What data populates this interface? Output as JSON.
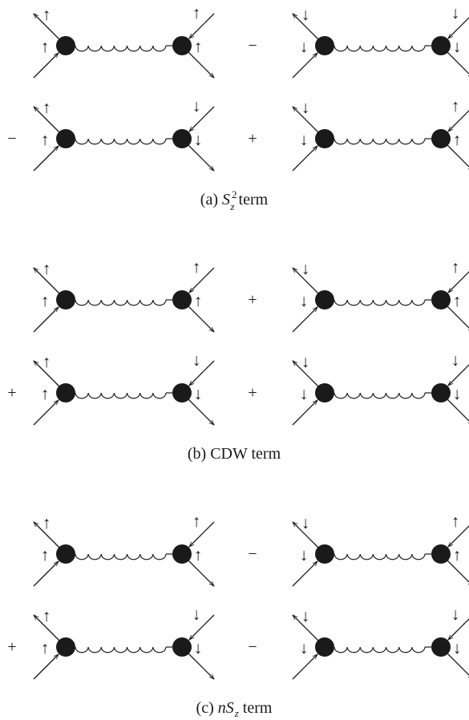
{
  "panels": [
    {
      "id": "a",
      "caption": {
        "prefix": "(a) ",
        "var": "S",
        "sub": "z",
        "sup": "2",
        "suffix": " term"
      },
      "rows": [
        {
          "left": {
            "sign": "",
            "spins": {
              "tl": "↑",
              "bl": "↑",
              "tr": "↑",
              "br": "↑"
            }
          },
          "right": {
            "sign": "−",
            "spins": {
              "tl": "↓",
              "bl": "↓",
              "tr": "↓",
              "br": "↓"
            }
          }
        },
        {
          "left": {
            "sign": "−",
            "spins": {
              "tl": "↑",
              "bl": "↑",
              "tr": "↓",
              "br": "↓"
            }
          },
          "right": {
            "sign": "+",
            "spins": {
              "tl": "↓",
              "bl": "↓",
              "tr": "↑",
              "br": "↑"
            }
          }
        }
      ]
    },
    {
      "id": "b",
      "caption": {
        "prefix": "(b) ",
        "var": "",
        "sub": "",
        "sup": "",
        "suffix": "CDW term"
      },
      "rows": [
        {
          "left": {
            "sign": "",
            "spins": {
              "tl": "↑",
              "bl": "↑",
              "tr": "↑",
              "br": "↑"
            }
          },
          "right": {
            "sign": "+",
            "spins": {
              "tl": "↓",
              "bl": "↓",
              "tr": "↑",
              "br": "↑"
            }
          }
        },
        {
          "left": {
            "sign": "+",
            "spins": {
              "tl": "↑",
              "bl": "↑",
              "tr": "↓",
              "br": "↓"
            }
          },
          "right": {
            "sign": "+",
            "spins": {
              "tl": "↓",
              "bl": "↓",
              "tr": "↓",
              "br": "↓"
            }
          }
        }
      ]
    },
    {
      "id": "c",
      "caption": {
        "prefix": "(c) ",
        "var": "nS",
        "sub": "z",
        "sup": "",
        "suffix": " term"
      },
      "rows": [
        {
          "left": {
            "sign": "",
            "spins": {
              "tl": "↑",
              "bl": "↑",
              "tr": "↑",
              "br": "↑"
            }
          },
          "right": {
            "sign": "−",
            "spins": {
              "tl": "↓",
              "bl": "↓",
              "tr": "↑",
              "br": "↑"
            }
          }
        },
        {
          "left": {
            "sign": "+",
            "spins": {
              "tl": "↑",
              "bl": "↑",
              "tr": "↓",
              "br": "↓"
            }
          },
          "right": {
            "sign": "−",
            "spins": {
              "tl": "↓",
              "bl": "↓",
              "tr": "↓",
              "br": "↓"
            }
          }
        }
      ]
    }
  ]
}
